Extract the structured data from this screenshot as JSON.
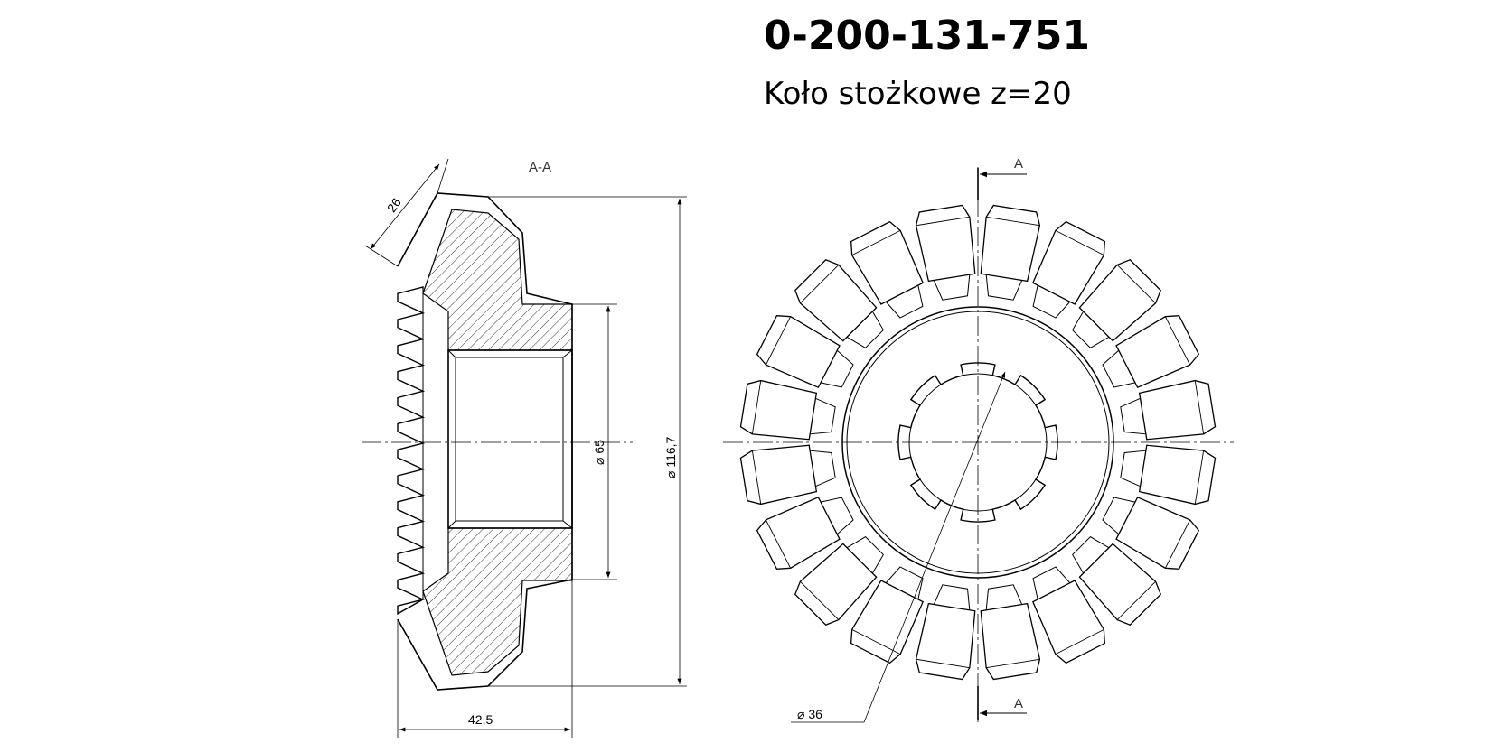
{
  "drawing": {
    "part_number": "0-200-131-751",
    "part_name": "Koło stożkowe z=20",
    "section_label": "A-A",
    "cut_label_top": "A",
    "cut_label_bottom": "A"
  },
  "dimensions": {
    "face_width": "26",
    "bore_diameter": "⌀ 65",
    "outer_diameter": "⌀ 116,7",
    "total_length": "42,5",
    "spline_diameter": "⌀ 36"
  },
  "gear": {
    "teeth": 20
  },
  "spline": {
    "teeth": 8
  }
}
